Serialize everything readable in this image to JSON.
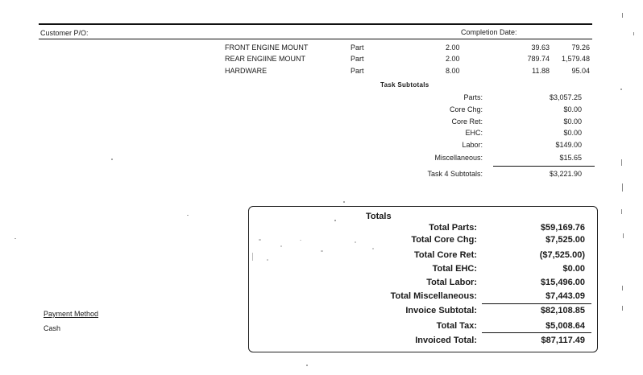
{
  "header": {
    "customer_po_label": "Customer P/O:",
    "completion_date_label": "Completion Date:"
  },
  "parts": [
    {
      "description": "FRONT ENGINE MOUNT",
      "type": "Part",
      "qty": "2.00",
      "price": "39.63",
      "amount": "79.26"
    },
    {
      "description": "REAR ENGIINE MOUNT",
      "type": "Part",
      "qty": "2.00",
      "price": "789.74",
      "amount": "1,579.48"
    },
    {
      "description": "HARDWARE",
      "type": "Part",
      "qty": "8.00",
      "price": "11.88",
      "amount": "95.04"
    }
  ],
  "task_subtotals": {
    "heading": "Task Subtotals",
    "rows": [
      {
        "label": "Parts:",
        "value": "$3,057.25"
      },
      {
        "label": "Core Chg:",
        "value": "$0.00"
      },
      {
        "label": "Core Ret:",
        "value": "$0.00"
      },
      {
        "label": "EHC:",
        "value": "$0.00"
      },
      {
        "label": "Labor:",
        "value": "$149.00"
      },
      {
        "label": "Miscellaneous:",
        "value": "$15.65"
      }
    ],
    "total_label": "Task 4 Subtotals:",
    "total_value": "$3,221.90"
  },
  "totals": {
    "heading": "Totals",
    "rows": [
      {
        "label": "Total Parts:",
        "value": "$59,169.76"
      },
      {
        "label": "Total Core Chg:",
        "value": "$7,525.00"
      },
      {
        "label": "Total Core Ret:",
        "value": "($7,525.00)"
      },
      {
        "label": "Total EHC:",
        "value": "$0.00"
      },
      {
        "label": "Total Labor:",
        "value": "$15,496.00"
      },
      {
        "label": "Total Miscellaneous:",
        "value": "$7,443.09"
      },
      {
        "label": "Invoice Subtotal:",
        "value": "$82,108.85"
      },
      {
        "label": "Total Tax:",
        "value": "$5,008.64"
      },
      {
        "label": "Invoiced Total:",
        "value": "$87,117.49"
      }
    ]
  },
  "payment": {
    "label": "Payment Method",
    "value": "Cash"
  }
}
